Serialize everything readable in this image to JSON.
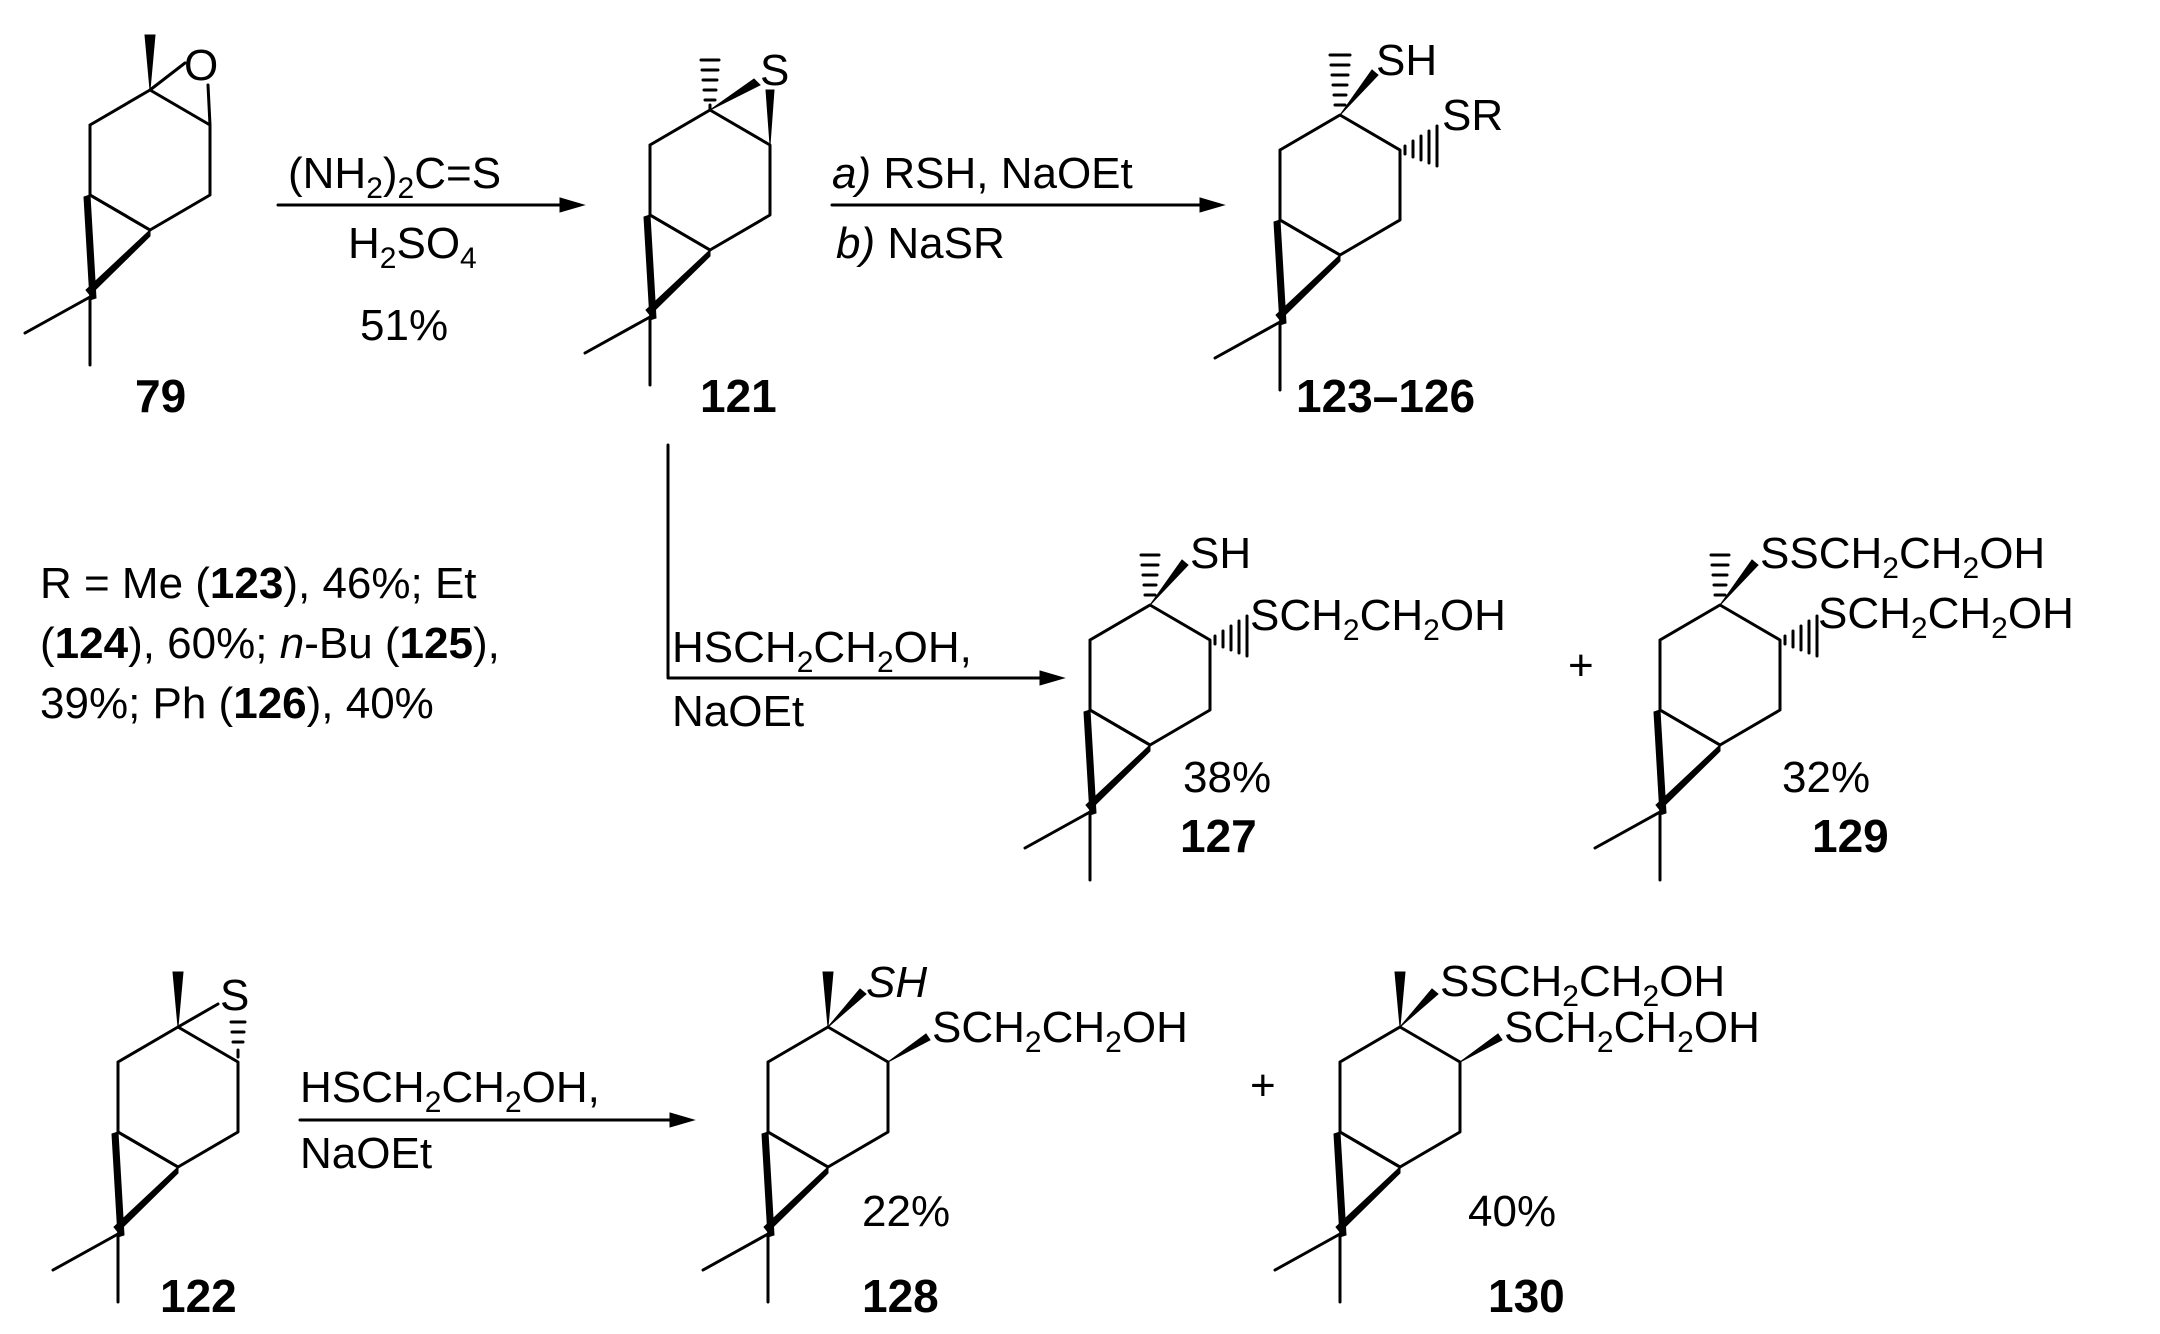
{
  "compounds": {
    "c79": "79",
    "c121": "121",
    "c123_126": "123–126",
    "c127": "127",
    "c129": "129",
    "c122": "122",
    "c128": "128",
    "c130": "130"
  },
  "atoms": {
    "O": "O",
    "S": "S",
    "SH": "SH",
    "SR": "SR"
  },
  "yields": {
    "step1": "51%",
    "y127": "38%",
    "y129": "32%",
    "y128": "22%",
    "y130": "40%"
  },
  "reagents": {
    "step1_a": "(NH",
    "step1_a_sub": "2",
    "step1_a_close": ")",
    "step1_a_sub2": "2",
    "step1_a_end": "C=S",
    "step1_b": "H",
    "step1_b_sub": "2",
    "step1_b_mid": "SO",
    "step1_b_sub2": "4",
    "step2_a_label": "a)",
    "step2_a_text": " RSH, NaOEt",
    "step2_b_label": "b)",
    "step2_b_text": " NaSR",
    "mercapto_1": "HSCH",
    "mercapto_sub1": "2",
    "mercapto_2": "CH",
    "mercapto_sub2": "2",
    "mercapto_3": "OH,",
    "base": "NaOEt"
  },
  "substituents": {
    "sch_1": "SCH",
    "sch_sub1": "2",
    "sch_2": "CH",
    "sch_sub2": "2",
    "sch_3": "OH",
    "ssch_1": "SSCH",
    "ssch_sub1": "2",
    "ssch_2": "CH",
    "ssch_sub2": "2",
    "ssch_3": "OH"
  },
  "r_note": {
    "line1_a": "R = Me (",
    "line1_b": "123",
    "line1_c": "), 46%; Et",
    "line2_a": "(",
    "line2_b": "124",
    "line2_c": "), 60%; ",
    "line2_d": "n",
    "line2_e": "-Bu (",
    "line2_f": "125",
    "line2_g": "),",
    "line3_a": "39%; Ph (",
    "line3_b": "126",
    "line3_c": "), 40%"
  },
  "plus": "+"
}
